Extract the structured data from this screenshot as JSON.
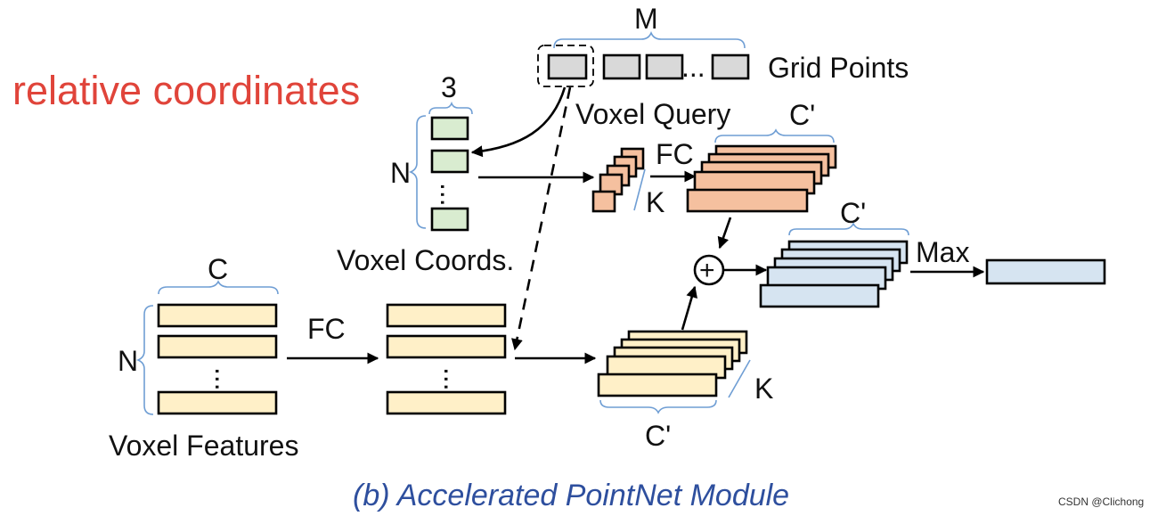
{
  "colors": {
    "brace": "#6f9ed4",
    "grid_fill": "#d9d9d9",
    "coord_fill": "#d9ecd0",
    "feature_fill": "#fff0c8",
    "orange_fill": "#f5c09f",
    "blue_fill": "#d6e4f1",
    "annotation_red": "#e0443a",
    "caption_blue": "#2e4f9e"
  },
  "labels": {
    "M": "M",
    "grid_points": "Grid Points",
    "relative_coordinates": "relative coordinates",
    "three": "3",
    "voxel_query": "Voxel Query",
    "c_prime_top": "C'",
    "N_coords": "N",
    "fc_top": "FC",
    "K_top": "K",
    "voxel_coords": "Voxel Coords.",
    "c_prime_mid": "C'",
    "max": "Max",
    "C": "C",
    "N_features": "N",
    "fc_bottom": "FC",
    "K_bottom": "K",
    "voxel_features": "Voxel Features",
    "c_prime_bottom": "C'",
    "ellipsis": "...",
    "plus": "+",
    "caption": "(b) Accelerated PointNet Module",
    "watermark": "CSDN @Clichong"
  }
}
